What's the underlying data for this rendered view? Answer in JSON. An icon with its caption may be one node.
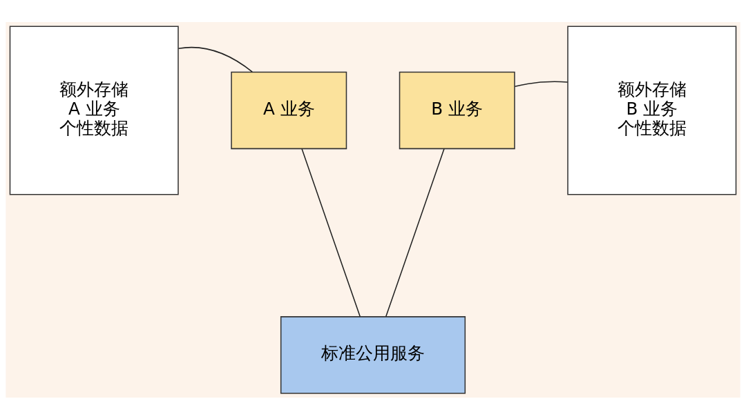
{
  "diagram": {
    "nodes": [
      {
        "text": [
          "额外存储",
          "A 业务",
          "个性数据"
        ]
      },
      {
        "text": [
          "A 业务"
        ]
      },
      {
        "text": [
          "B 业务"
        ]
      },
      {
        "text": [
          "额外存储",
          "B 业务",
          "个性数据"
        ]
      },
      {
        "text": [
          "标准公用服务"
        ]
      }
    ],
    "edges": [
      {
        "from": 0,
        "to": 1,
        "arrow": "none"
      },
      {
        "from": 2,
        "to": 3,
        "arrow": "none"
      },
      {
        "from": 1,
        "to": 4,
        "arrow": "none"
      },
      {
        "from": 2,
        "to": 4,
        "arrow": "none"
      }
    ]
  }
}
